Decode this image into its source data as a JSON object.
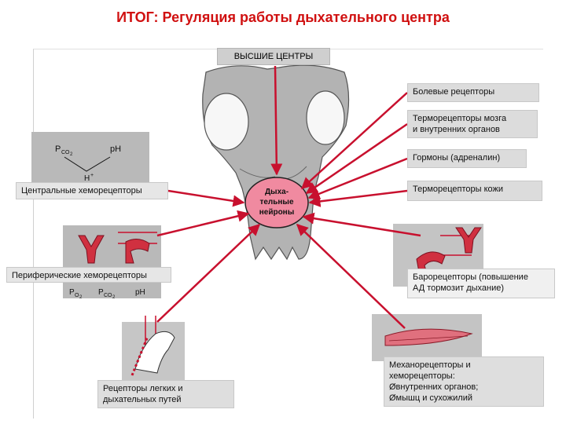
{
  "title": "ИТОГ: Регуляция работы дыхательного центра",
  "center": {
    "label_line1": "Дыха-",
    "label_line2": "тельные",
    "label_line3": "нейроны"
  },
  "higher_centers": "ВЫСШИЕ ЦЕНТРЫ",
  "right_labels": {
    "pain": "Болевые рецепторы",
    "thermo_brain_1": "Терморецепторы мозга",
    "thermo_brain_2": "и внутренних органов",
    "hormones": "Гормоны (адреналин)",
    "thermo_skin": "Терморецепторы кожи",
    "baro_1": "Барорецепторы (повышение",
    "baro_2": "АД тормозит дыхание)",
    "mech_1": "Механорецепторы и",
    "mech_2": "хеморецепторы:",
    "mech_3": "Øвнутренних органов;",
    "mech_4": "Øмышц и сухожилий"
  },
  "left_labels": {
    "central_chemo": "Центральные хеморецепторы",
    "peripheral_chemo": "Периферические хеморецепторы",
    "lung_1": "Рецепторы легких и",
    "lung_2": "дыхательных путей"
  },
  "formulas": {
    "central_pco2": "P",
    "central_co2_sub": "CO",
    "central_co2_sub2": "2",
    "central_ph": "pH",
    "central_h": "H",
    "central_h_sup": "+",
    "periph_po2": "P",
    "periph_o2_sub": "O",
    "periph_o2_sub2": "2",
    "periph_pco2": "P",
    "periph_co2_sub": "CO",
    "periph_co2_sub2": "2",
    "periph_ph": "pH"
  },
  "colors": {
    "arrow": "#c8102e",
    "title": "#d01010",
    "center_fill": "#f08aa0",
    "brain_gray": "#b3b3b3"
  }
}
